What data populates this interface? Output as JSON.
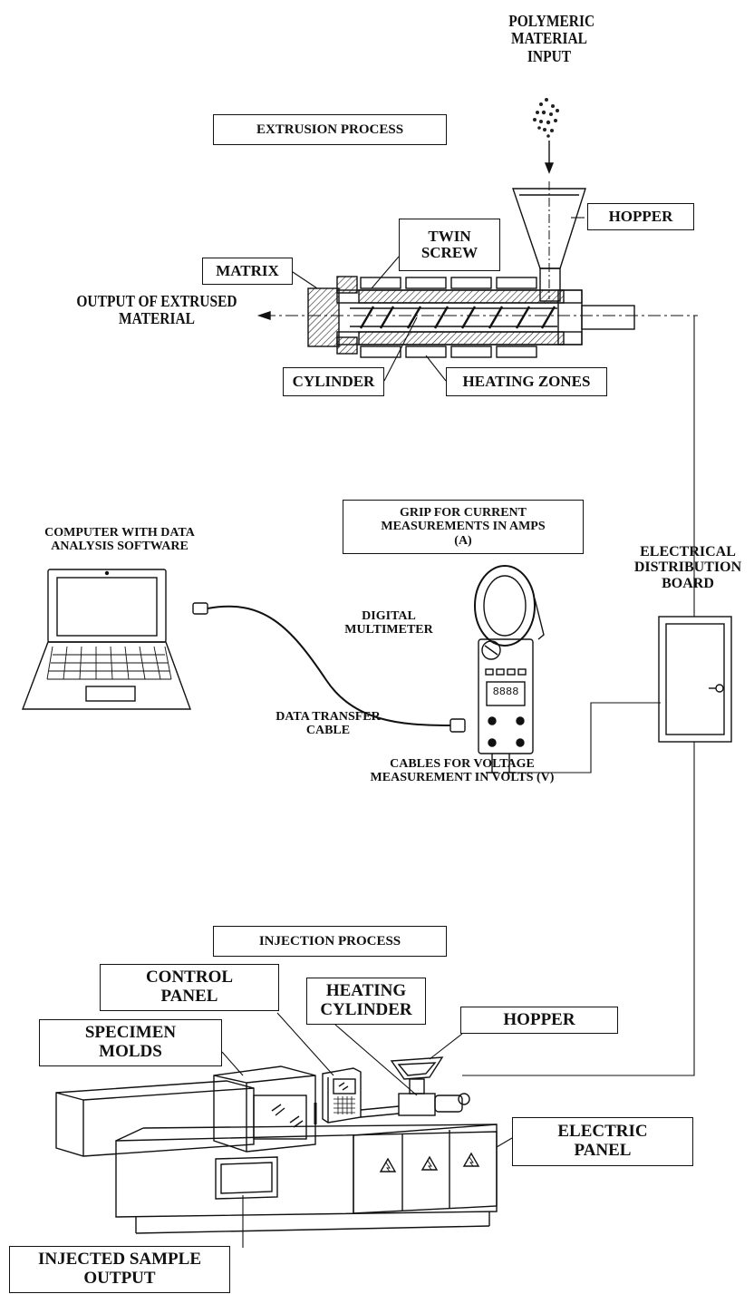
{
  "labels": {
    "polymeric_input": "POLYMERIC\nMATERIAL\nINPUT",
    "extrusion_process": "EXTRUSION PROCESS",
    "hopper_top": "HOPPER",
    "twin_screw": "TWIN\nSCREW",
    "matrix": "MATRIX",
    "output_extrused": "OUTPUT OF EXTRUSED\nMATERIAL",
    "cylinder": "CYLINDER",
    "heating_zones": "HEATING ZONES",
    "grip_current": "GRIP FOR CURRENT\nMEASUREMENTS IN AMPS\n(A)",
    "computer": "COMPUTER WITH DATA\nANALYSIS SOFTWARE",
    "electrical_board": "ELECTRICAL\nDISTRIBUTION\nBOARD",
    "digital_multimeter": "DIGITAL\nMULTIMETER",
    "data_cable": "DATA TRANSFER\nCABLE",
    "voltage_cables": "CABLES FOR VOLTAGE\nMEASUREMENT IN VOLTS (V)",
    "injection_process": "INJECTION PROCESS",
    "control_panel": "CONTROL\nPANEL",
    "heating_cylinder": "HEATING\nCYLINDER",
    "hopper_bottom": "HOPPER",
    "specimen_molds": "SPECIMEN\nMOLDS",
    "electric_panel": "ELECTRIC\nPANEL",
    "injected_output": "INJECTED SAMPLE\nOUTPUT",
    "meter_display": "8888"
  }
}
